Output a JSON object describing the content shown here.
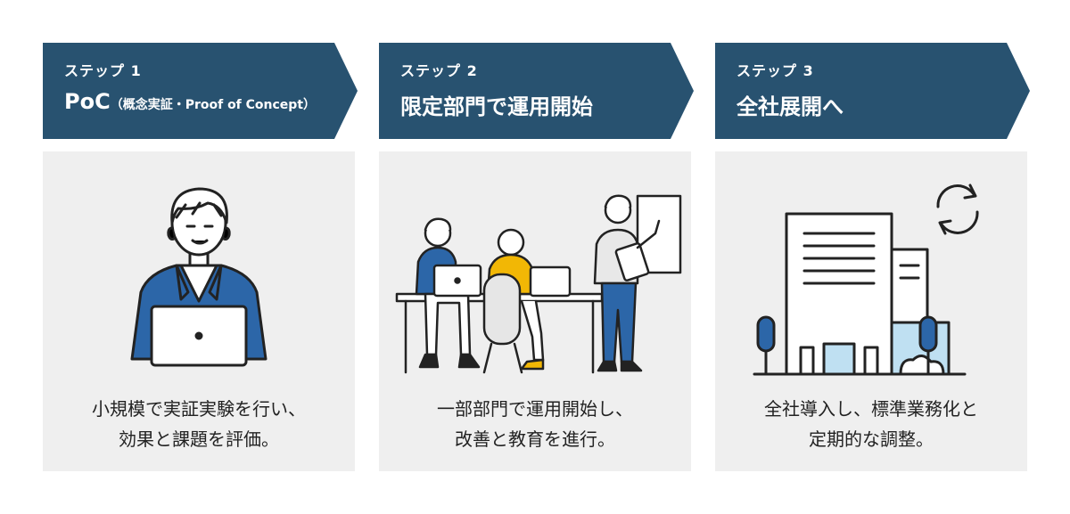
{
  "steps": [
    {
      "label": "ステップ 1",
      "title": "PoC",
      "subtitle": "（概念実証・Proof of Concept）",
      "description_lines": [
        "小規模で実証実験を行い、",
        "効果と課題を評価。"
      ]
    },
    {
      "label": "ステップ 2",
      "title": "限定部門で運用開始",
      "description_lines": [
        "一部部門で運用開始し、",
        "改善と教育を進行。"
      ]
    },
    {
      "label": "ステップ 3",
      "title": "全社展開へ",
      "description_lines": [
        "全社導入し、標準業務化と",
        "定期的な調整。"
      ]
    }
  ],
  "colors": {
    "header": "#285270",
    "panel": "#efefef",
    "accent_blue": "#2c66a8",
    "accent_yellow": "#f2b705",
    "light_blue": "#bfe0f2"
  },
  "icons": {
    "step1": "person-with-laptop-illustration",
    "step2": "team-working-illustration",
    "step3": "building-with-refresh-illustration"
  }
}
